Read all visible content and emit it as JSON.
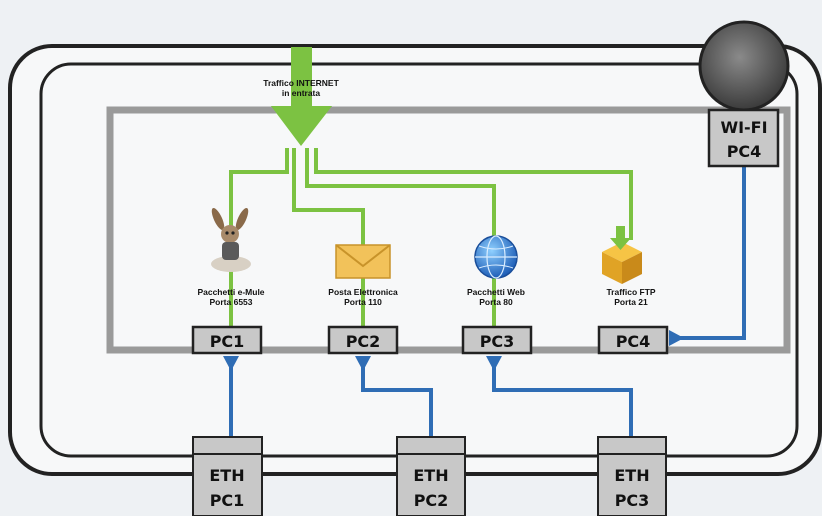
{
  "internet": {
    "line1": "Traffico INTERNET",
    "line2": "in entrata"
  },
  "services": [
    {
      "line1": "Pacchetti e-Mule",
      "line2": "Porta 6553",
      "icon": "mule-icon"
    },
    {
      "line1": "Posta Elettronica",
      "line2": "Porta 110",
      "icon": "envelope-icon"
    },
    {
      "line1": "Pacchetti Web",
      "line2": "Porta 80",
      "icon": "globe-icon"
    },
    {
      "line1": "Traffico FTP",
      "line2": "Porta 21",
      "icon": "ftp-box-icon"
    }
  ],
  "pcs": [
    "PC1",
    "PC2",
    "PC3",
    "PC4"
  ],
  "wifi": {
    "line1": "WI-FI",
    "line2": "PC4"
  },
  "eth_ports": [
    {
      "line1": "ETH",
      "line2": "PC1"
    },
    {
      "line1": "ETH",
      "line2": "PC2"
    },
    {
      "line1": "ETH",
      "line2": "PC3"
    }
  ],
  "colors": {
    "green": "#7cc242",
    "blue": "#2f6db5",
    "gray": "#9a9a9a",
    "dark": "#222222"
  }
}
